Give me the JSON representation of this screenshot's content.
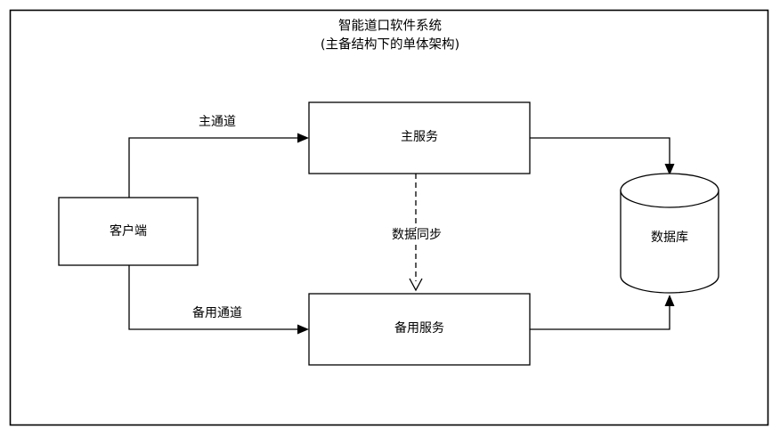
{
  "diagram": {
    "title_line1": "智能道口软件系统",
    "title_line2": "(主备结构下的单体架构)",
    "background_color": "#ffffff",
    "stroke_color": "#000000",
    "nodes": [
      {
        "id": "client",
        "label": "客户端",
        "shape": "rectangle"
      },
      {
        "id": "primary",
        "label": "主服务",
        "shape": "rectangle"
      },
      {
        "id": "backup",
        "label": "备用服务",
        "shape": "rectangle"
      },
      {
        "id": "database",
        "label": "数据库",
        "shape": "cylinder"
      }
    ],
    "edges": [
      {
        "id": "client-to-primary",
        "label": "主通道",
        "style": "solid",
        "arrow": "filled"
      },
      {
        "id": "client-to-backup",
        "label": "备用通道",
        "style": "solid",
        "arrow": "filled"
      },
      {
        "id": "primary-to-db",
        "label": "",
        "style": "solid",
        "arrow": "filled"
      },
      {
        "id": "backup-to-db",
        "label": "",
        "style": "solid",
        "arrow": "filled"
      },
      {
        "id": "primary-to-backup",
        "label": "数据同步",
        "style": "dashed",
        "arrow": "open"
      }
    ]
  }
}
